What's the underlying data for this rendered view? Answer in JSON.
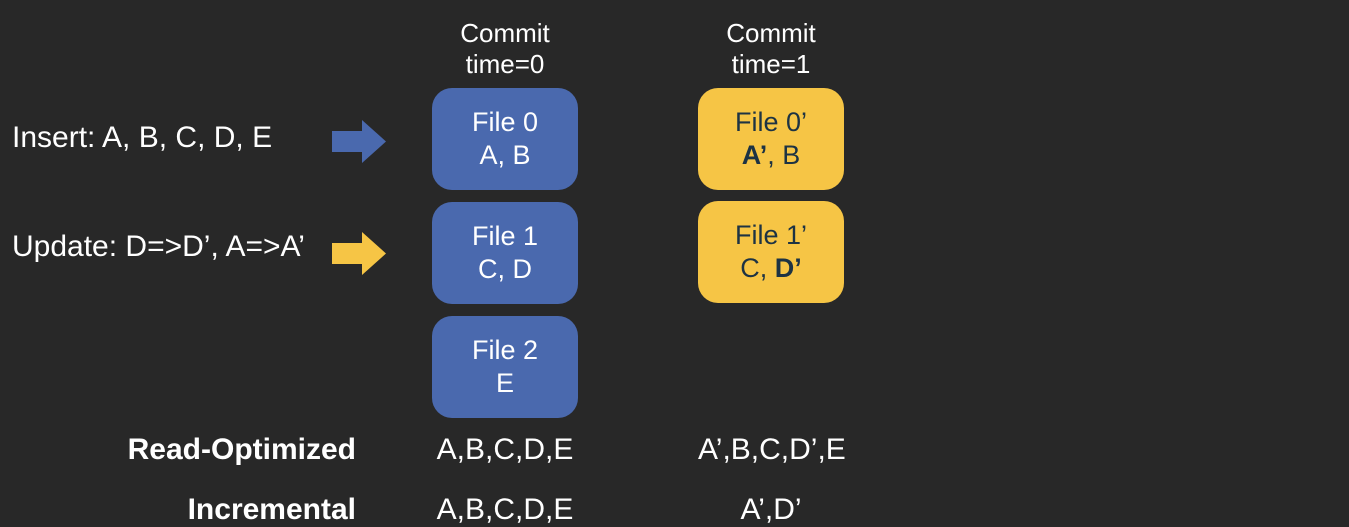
{
  "colors": {
    "background": "#282828",
    "blue": "#4a69ae",
    "yellow": "#f6c545",
    "dark_text": "#1d3343",
    "white": "#ffffff"
  },
  "operations": [
    {
      "label": "Insert: A, B, C, D, E",
      "arrow_color": "#4a69ae"
    },
    {
      "label": "Update: D=>D’, A=>A’",
      "arrow_color": "#f6c545"
    }
  ],
  "columns": [
    {
      "header_line1": "Commit",
      "header_line2": "time=0",
      "files": [
        {
          "title": "File 0",
          "content_pre": "A, B",
          "content_bold": "",
          "content_post": ""
        },
        {
          "title": "File 1",
          "content_pre": "C, D",
          "content_bold": "",
          "content_post": ""
        },
        {
          "title": "File 2",
          "content_pre": "E",
          "content_bold": "",
          "content_post": ""
        }
      ]
    },
    {
      "header_line1": "Commit",
      "header_line2": "time=1",
      "files": [
        {
          "title": "File 0’",
          "content_pre": "",
          "content_bold": "A’",
          "content_post": ", B"
        },
        {
          "title": "File 1’",
          "content_pre": "C, ",
          "content_bold": "D’",
          "content_post": ""
        }
      ]
    }
  ],
  "views": {
    "rows": [
      {
        "label": "Read-Optimized",
        "commit0": "A,B,C,D,E",
        "commit1": "A’,B,C,D’,E"
      },
      {
        "label": "Incremental",
        "commit0": "A,B,C,D,E",
        "commit1": "A’,D’"
      }
    ]
  }
}
